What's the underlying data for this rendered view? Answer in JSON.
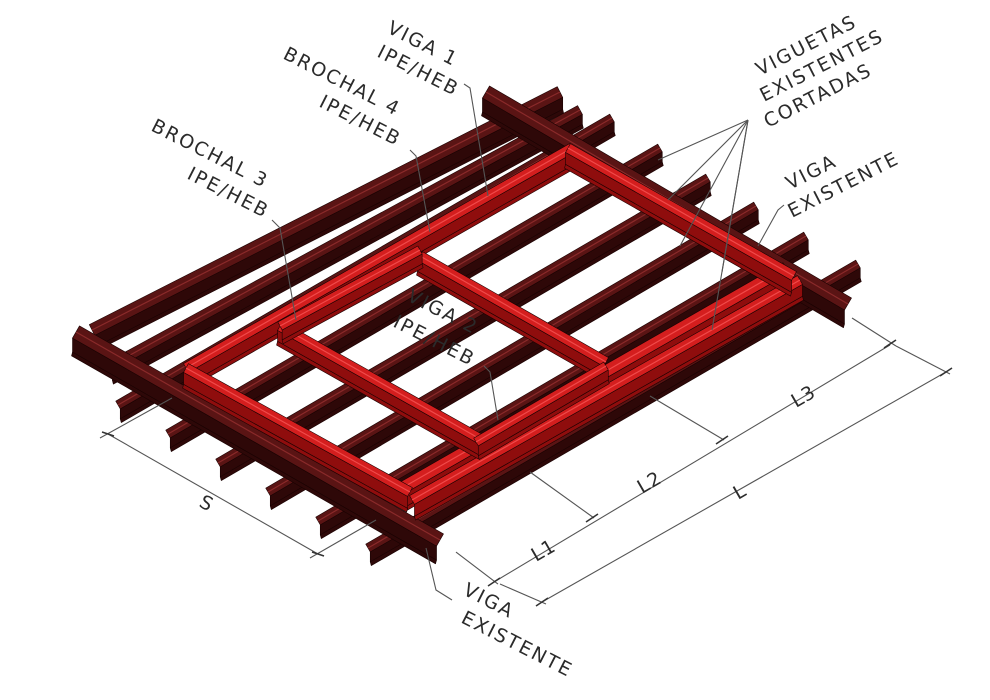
{
  "colors": {
    "existing_beam": "#5a1414",
    "existing_beam_dark": "#2e0808",
    "existing_beam_light": "#8a2a2a",
    "new_beam": "#d41e1e",
    "new_beam_dark": "#8f0d0d",
    "new_beam_light": "#f04a4a",
    "annotation": "#2b2b2b"
  },
  "labels": {
    "viga1": [
      "VIGA 1",
      "IPE/HEB"
    ],
    "brochal4": [
      "BROCHAL 4",
      "IPE/HEB"
    ],
    "brochal3": [
      "BROCHAL 3",
      "IPE/HEB"
    ],
    "viga2": [
      "VIGA 2",
      "IPE/HEB"
    ],
    "viguetas": [
      "VIGUETAS",
      "EXISTENTES",
      "CORTADAS"
    ],
    "viga_existente_top": [
      "VIGA",
      "EXISTENTE"
    ],
    "viga_existente_bottom": [
      "VIGA",
      "EXISTENTE"
    ]
  },
  "dimensions": {
    "s": "S",
    "l1": "L1",
    "l2": "L2",
    "l3": "L3",
    "l": "L"
  }
}
